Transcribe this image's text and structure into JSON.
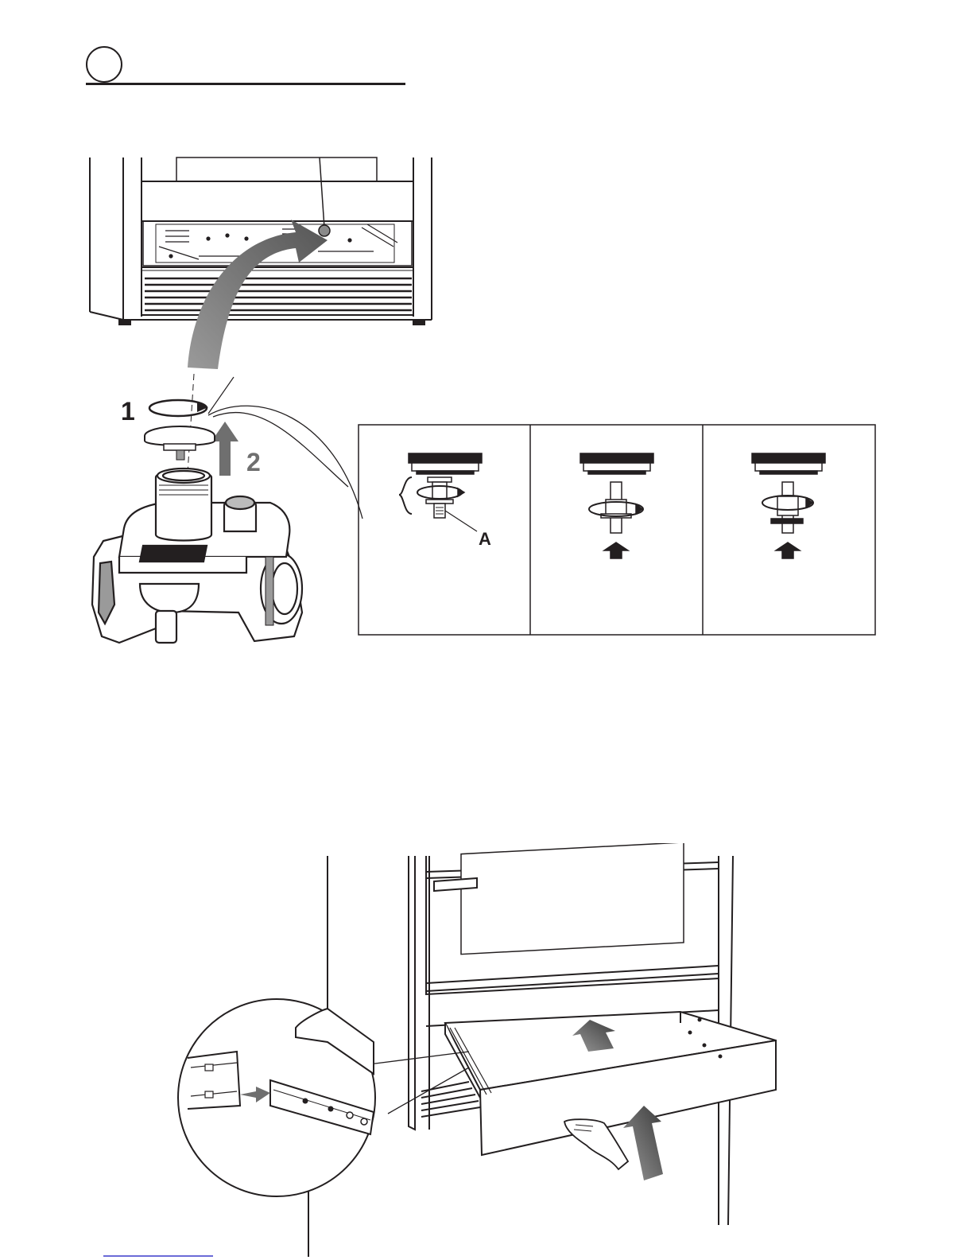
{
  "step_markers": {
    "step1": "1",
    "step2": "2"
  },
  "callouts": {
    "regulator_part": "A"
  },
  "colors": {
    "ink": "#231f20",
    "arrow_grey": "#6f6f6f",
    "link_blue": "#6b6bd8"
  }
}
